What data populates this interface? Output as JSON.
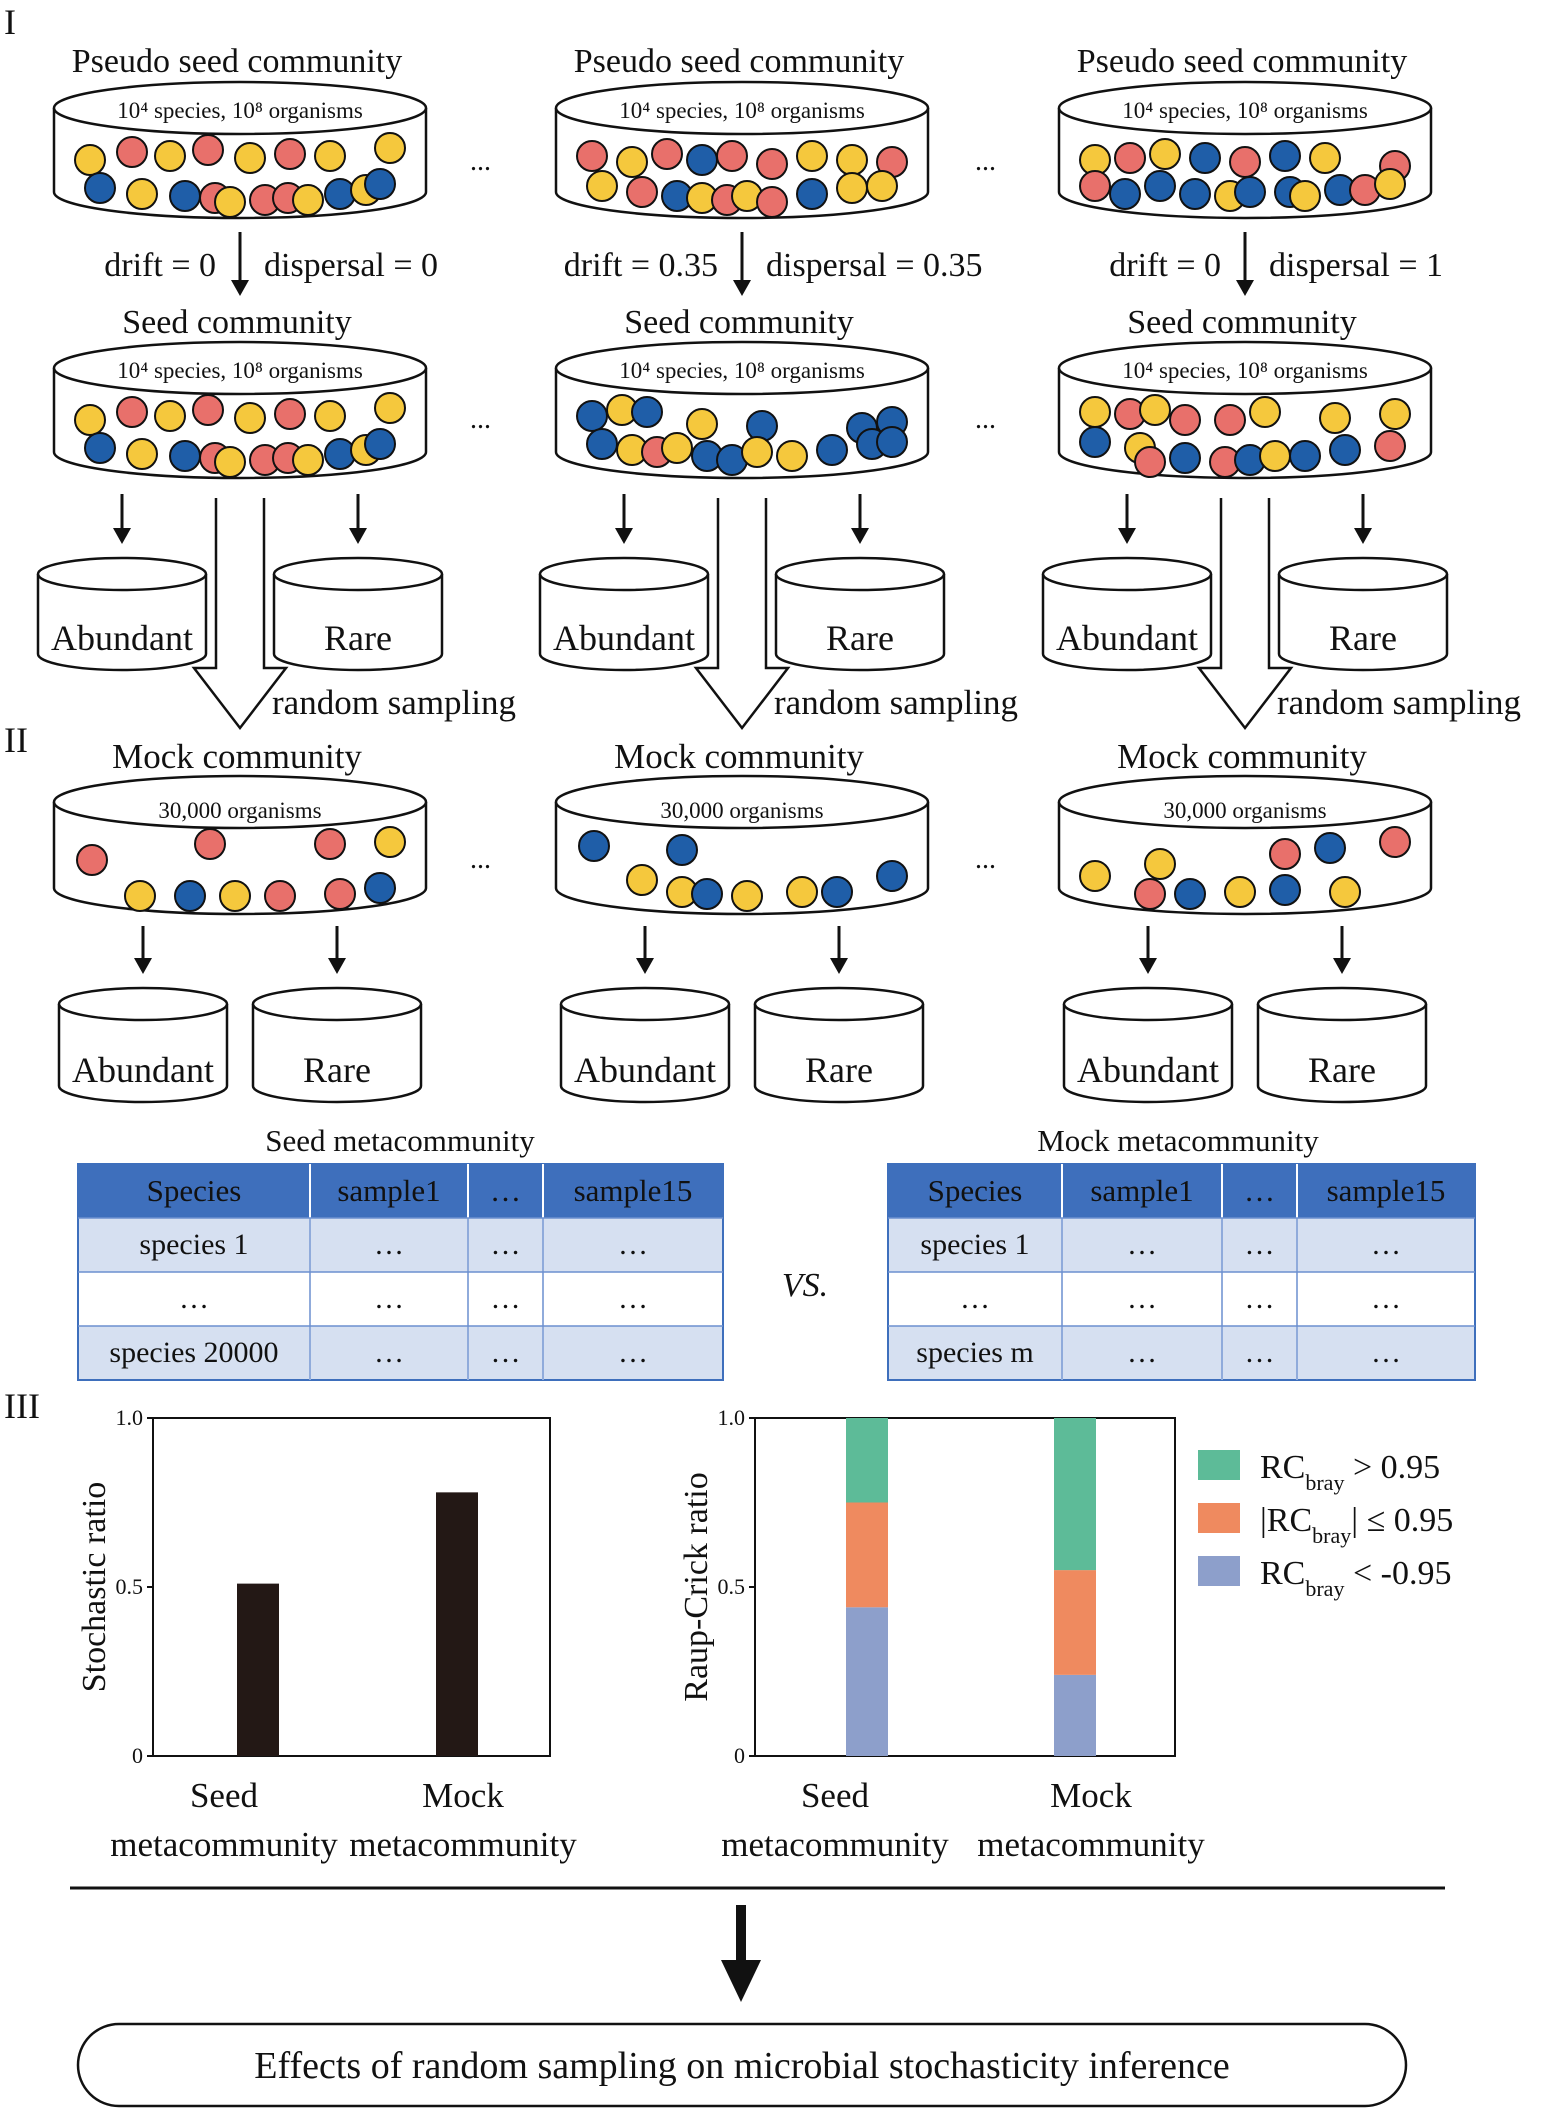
{
  "sections": {
    "I": "I",
    "II": "II",
    "III": "III"
  },
  "colors": {
    "red": "#e8706b",
    "yellow": "#f5c83d",
    "blue": "#1f5ea8",
    "table_header": "#3e6fbc",
    "table_row_alt": "#d6e0f1",
    "green": "#5dbb98",
    "orange": "#ef8a5f",
    "lavender": "#8d9fcb",
    "bar_dark": "#231815"
  },
  "columns": [
    {
      "pseudo_title": "Pseudo seed community",
      "pseudo_label": "10⁴ species, 10⁸ organisms",
      "drift": "drift = 0",
      "dispersal": "dispersal = 0",
      "seed_title": "Seed community",
      "seed_label": "10⁴ species, 10⁸ organisms",
      "abundant": "Abundant",
      "rare": "Rare",
      "random_sampling": "random sampling",
      "mock_title": "Mock community",
      "mock_label": "30,000 organisms",
      "mock_abundant": "Abundant",
      "mock_rare": "Rare"
    },
    {
      "pseudo_title": "Pseudo seed community",
      "pseudo_label": "10⁴ species, 10⁸ organisms",
      "drift": "drift = 0.35",
      "dispersal": "dispersal = 0.35",
      "seed_title": "Seed community",
      "seed_label": "10⁴ species, 10⁸ organisms",
      "abundant": "Abundant",
      "rare": "Rare",
      "random_sampling": "random sampling",
      "mock_title": "Mock community",
      "mock_label": "30,000 organisms",
      "mock_abundant": "Abundant",
      "mock_rare": "Rare"
    },
    {
      "pseudo_title": "Pseudo seed community",
      "pseudo_label": "10⁴ species, 10⁸ organisms",
      "drift": "drift = 0",
      "dispersal": "dispersal = 1",
      "seed_title": "Seed community",
      "seed_label": "10⁴ species, 10⁸ organisms",
      "abundant": "Abundant",
      "rare": "Rare",
      "random_sampling": "random sampling",
      "mock_title": "Mock community",
      "mock_label": "30,000 organisms",
      "mock_abundant": "Abundant",
      "mock_rare": "Rare"
    }
  ],
  "ellipsis": "...",
  "tables": {
    "seed": {
      "title": "Seed metacommunity",
      "headers": [
        "Species",
        "sample1",
        "…",
        "sample15"
      ],
      "rows": [
        [
          "species 1",
          "…",
          "…",
          "…"
        ],
        [
          "…",
          "…",
          "…",
          "…"
        ],
        [
          "species 20000",
          "…",
          "…",
          "…"
        ]
      ]
    },
    "vs": "VS.",
    "mock": {
      "title": "Mock metacommunity",
      "headers": [
        "Species",
        "sample1",
        "…",
        "sample15"
      ],
      "rows": [
        [
          "species 1",
          "…",
          "…",
          "…"
        ],
        [
          "…",
          "…",
          "…",
          "…"
        ],
        [
          "species m",
          "…",
          "…",
          "…"
        ]
      ]
    }
  },
  "chart_data": [
    {
      "type": "bar",
      "ylabel": "Stochastic ratio",
      "ylim": [
        0,
        1.0
      ],
      "yticks": [
        "0",
        "0.5",
        "1.0"
      ],
      "categories": [
        [
          "Seed",
          "metacommunity"
        ],
        [
          "Mock",
          "metacommunity"
        ]
      ],
      "values": [
        0.51,
        0.78
      ],
      "grid": false
    },
    {
      "type": "bar",
      "stacked": true,
      "ylabel": "Raup-Crick ratio",
      "ylim": [
        0,
        1.0
      ],
      "yticks": [
        "0",
        "0.5",
        "1.0"
      ],
      "categories": [
        [
          "Seed",
          "metacommunity"
        ],
        [
          "Mock",
          "metacommunity"
        ]
      ],
      "series": [
        {
          "name": "RC<bray> < -0.95",
          "color": "#8d9fcb",
          "values": [
            0.44,
            0.24
          ]
        },
        {
          "name": "|RC<bray>| ≤ 0.95",
          "color": "#ef8a5f",
          "values": [
            0.31,
            0.31
          ]
        },
        {
          "name": "RC<bray> > 0.95",
          "color": "#5dbb98",
          "values": [
            0.25,
            0.45
          ]
        }
      ],
      "legend_position": "right",
      "legend": [
        {
          "main": "RC",
          "sub": "bray",
          "rest": " > 0.95",
          "color": "#5dbb98"
        },
        {
          "main": "|RC",
          "sub": "bray",
          "rest": "| ≤ 0.95",
          "color": "#ef8a5f"
        },
        {
          "main": "RC",
          "sub": "bray",
          "rest": " < -0.95",
          "color": "#8d9fcb"
        }
      ],
      "grid": false
    }
  ],
  "conclusion": "Effects of random sampling on microbial stochasticity inference"
}
